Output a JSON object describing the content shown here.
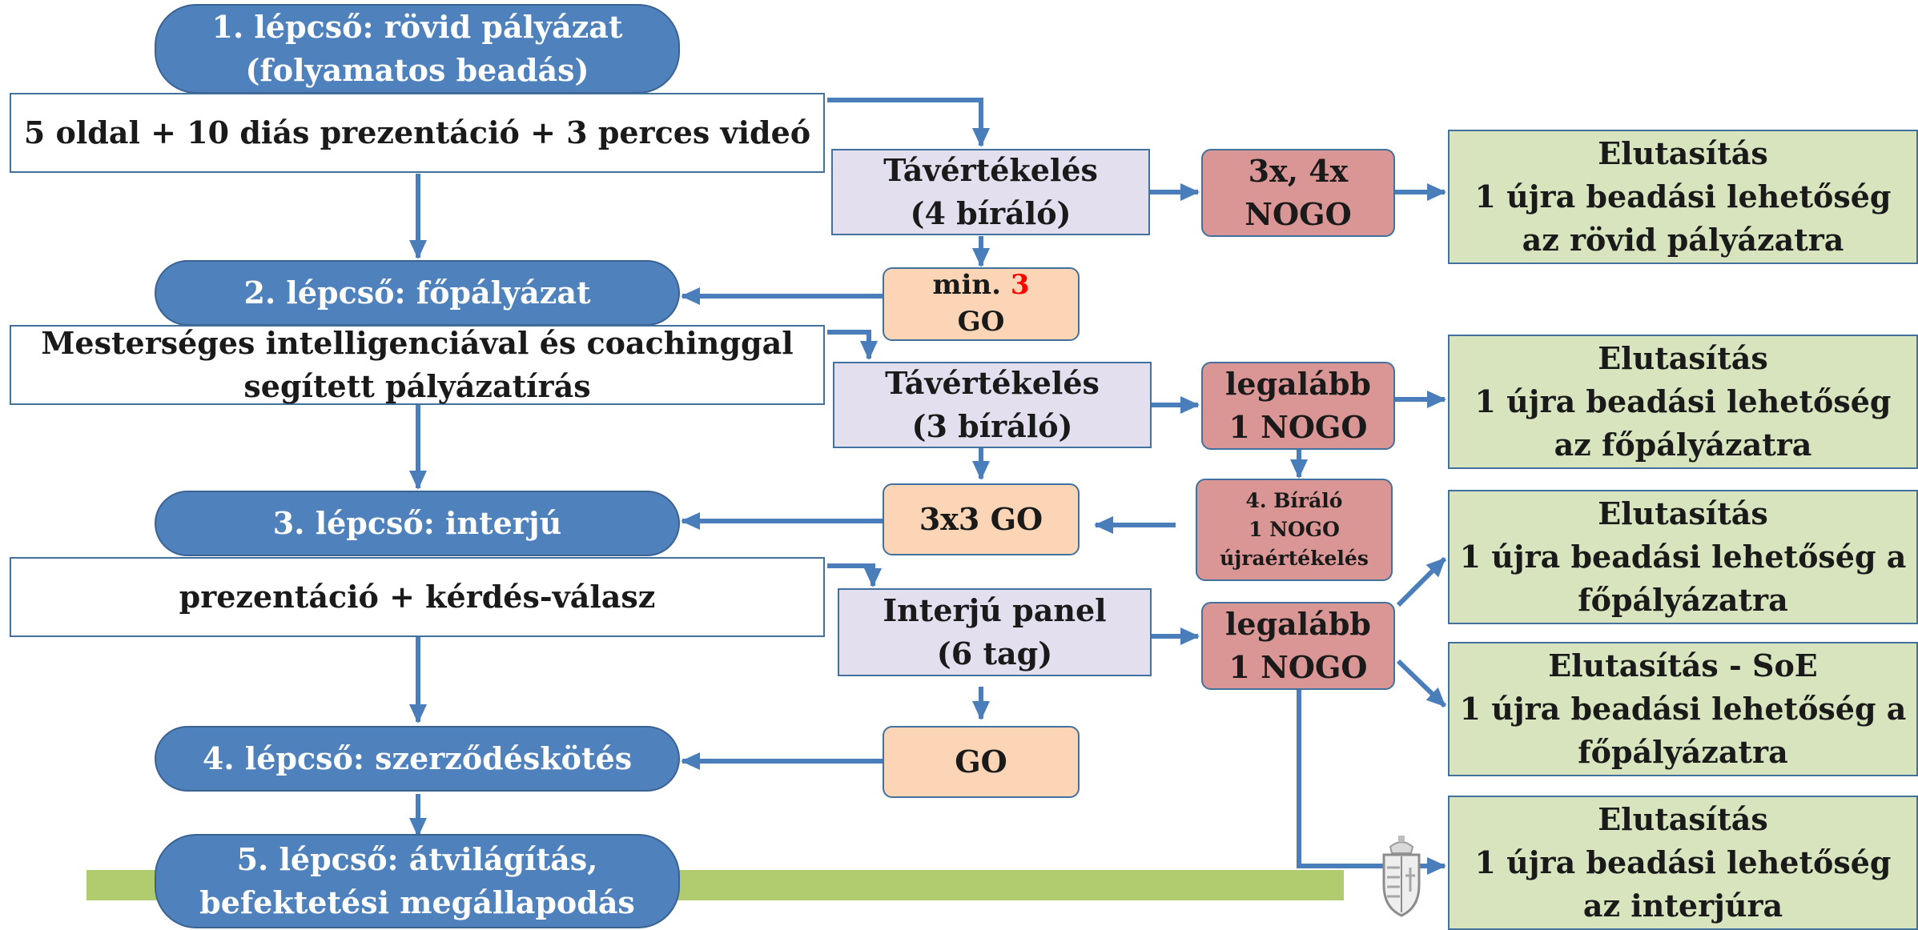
{
  "steps": {
    "s1": "1. lépcső: rövid pályázat\n(folyamatos beadás)",
    "s2": "2. lépcső: főpályázat",
    "s3": "3. lépcső: interjú",
    "s4": "4. lépcső: szerződéskötés",
    "s5": "5. lépcső: átvilágítás,\nbefektetési megállapodás"
  },
  "descriptions": {
    "d1": "5 oldal + 10 diás prezentáció + 3 perces videó",
    "d2": "Mesterséges intelligenciával és coachinggal\nsegített pályázatírás",
    "d3": "prezentáció + kérdés-válasz"
  },
  "evaluations": {
    "e1": "Távértékelés\n(4 bíráló)",
    "e2": "Távértékelés\n(3 bíráló)",
    "e3": "Interjú panel\n(6 tag)"
  },
  "go": {
    "g1_prefix": "min. ",
    "g1_accent": "3",
    "g1_suffix": "GO",
    "g2": "3x3 GO",
    "g3": "GO"
  },
  "nogo": {
    "n1": "3x, 4x\nNOGO",
    "n2": "legalább\n1 NOGO",
    "n3": "4. Bíráló\n1 NOGO\nújraértékelés",
    "n4": "legalább\n1 NOGO"
  },
  "rejections": {
    "r1": "Elutasítás\n1 újra beadási lehetőség\naz rövid pályázatra",
    "r2": "Elutasítás\n1 újra beadási lehetőség\naz főpályázatra",
    "r3": "Elutasítás\n1 újra beadási lehetőség a\nfőpályázatra",
    "r4": "Elutasítás - SoE\n1 újra beadási lehetőség a\nfőpályázatra",
    "r5": "Elutasítás\n1 újra beadási lehetőség\naz interjúra"
  },
  "colors": {
    "step": "#4f81bd",
    "evaluation": "#e3dfee",
    "go": "#fbd5b5",
    "nogo": "#d99694",
    "rejection": "#d7e4bd",
    "arrow": "#4a7ebb",
    "band": "#b0cc6f",
    "accent": "#ff0000"
  },
  "icons": {
    "emblem": "coat-of-arms-icon"
  }
}
